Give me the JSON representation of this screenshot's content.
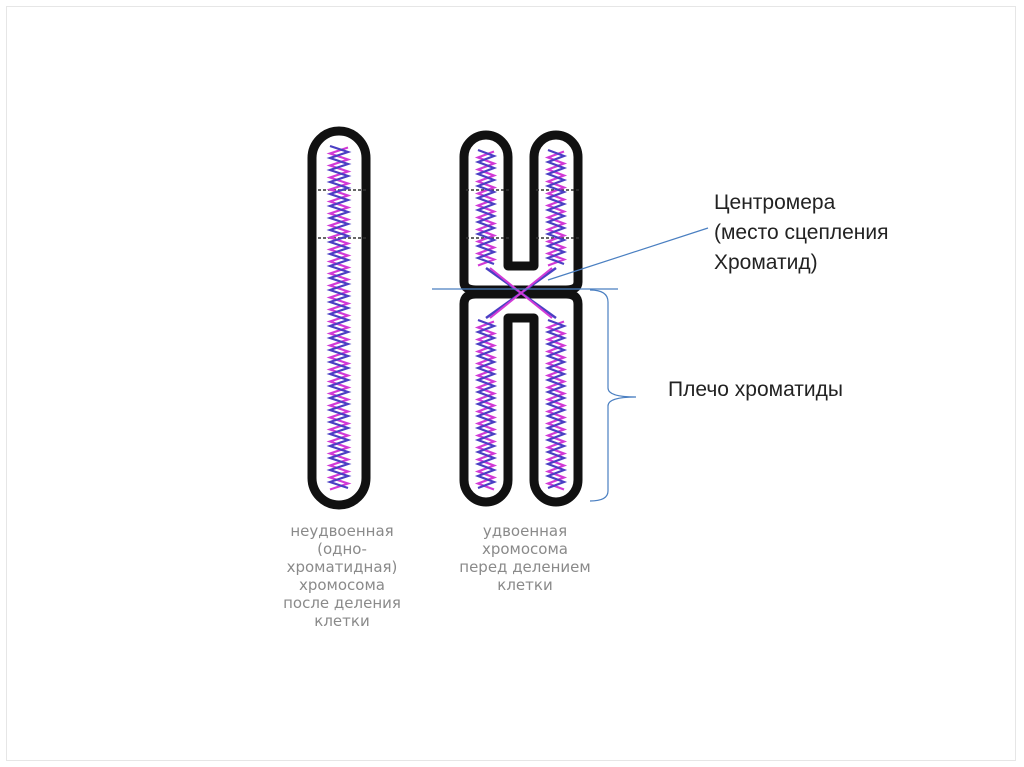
{
  "captions": {
    "unduplicated": [
      "неудвоенная",
      "(одно-",
      "хроматидная)",
      "хромосома",
      "после деления",
      "клетки"
    ],
    "duplicated": [
      "удвоенная",
      "хромосома",
      "перед делением",
      "клетки"
    ]
  },
  "labels": {
    "centromere": [
      "Центромера",
      "(место сцепления",
      "Хроматид)"
    ],
    "chromatid_arm": "Плечо хроматиды"
  },
  "colors": {
    "outline": "#111111",
    "helix_blue": "#4b3fc4",
    "helix_magenta": "#d23ad6",
    "pointer": "#4a7fc1",
    "caption": "#8a8a8a"
  }
}
